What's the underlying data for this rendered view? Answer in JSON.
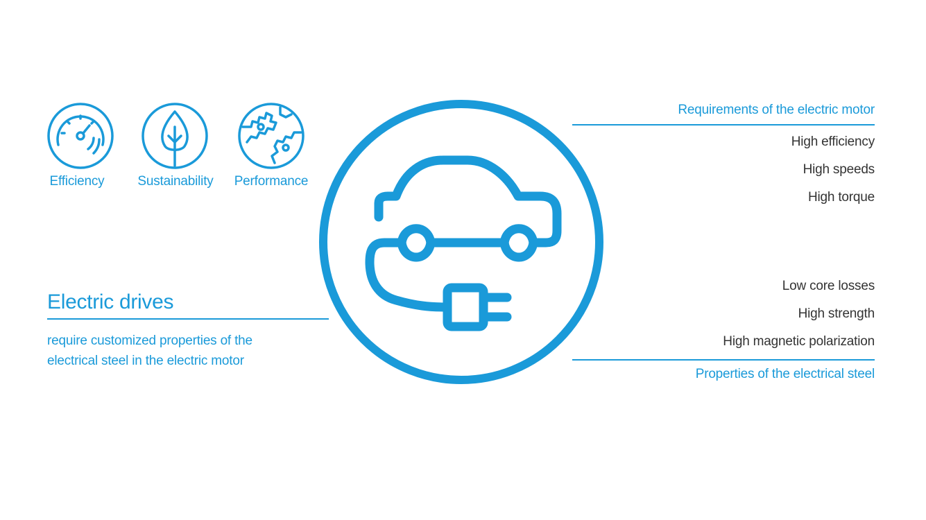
{
  "colors": {
    "accent": "#1a9ad9",
    "text": "#333333",
    "background": "#ffffff"
  },
  "benefits": [
    {
      "label": "Efficiency",
      "icon": "speedometer-icon"
    },
    {
      "label": "Sustainability",
      "icon": "leaf-icon"
    },
    {
      "label": "Performance",
      "icon": "gears-icon"
    }
  ],
  "center_icon": "electric-car-plug-icon",
  "left": {
    "heading": "Electric drives",
    "description": "require customized properties of the electrical steel in the electric motor"
  },
  "requirements": {
    "title": "Requirements of the electric motor",
    "items": [
      "High efficiency",
      "High speeds",
      "High torque"
    ]
  },
  "properties": {
    "title": "Properties of the electrical steel",
    "items": [
      "Low core losses",
      "High strength",
      "High magnetic polarization"
    ]
  }
}
